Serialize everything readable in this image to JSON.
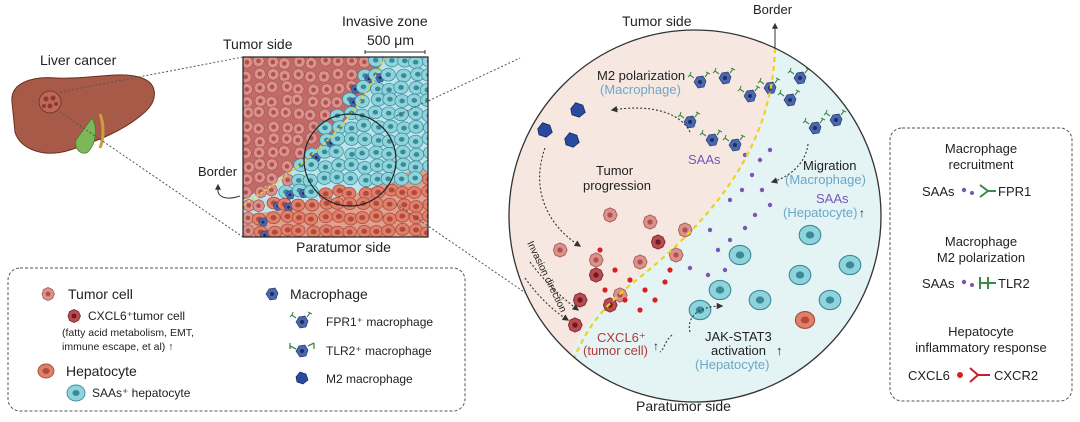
{
  "liver": {
    "title": "Liver cancer"
  },
  "tissue": {
    "invasive_zone": "Invasive zone",
    "scale": "500 μm",
    "tumor_side": "Tumor side",
    "paratumor_side": "Paratumor side",
    "border": "Border"
  },
  "legend": {
    "tumor_cell": "Tumor cell",
    "cxcl6_cell": "CXCL6⁺tumor cell",
    "cxcl6_note_1": "(fatty acid metabolism, EMT,",
    "cxcl6_note_2": "immune escape, et al) ↑",
    "hepatocyte": "Hepatocyte",
    "saas_hepatocyte": "SAAs⁺ hepatocyte",
    "macrophage": "Macrophage",
    "fpr1_macrophage": "FPR1⁺ macrophage",
    "tlr2_macrophage": "TLR2⁺ macrophage",
    "m2_macrophage": "M2 macrophage"
  },
  "circle": {
    "tumor_side": "Tumor side",
    "paratumor_side": "Paratumor side",
    "border": "Border",
    "m2_polarization": "M2 polarization",
    "m2_macrophage": "(Macrophage)",
    "tumor_progression_1": "Tumor",
    "tumor_progression_2": "progression",
    "saas": "SAAs",
    "migration": "Migration",
    "migration_macrophage": "(Macrophage)",
    "saas_hep": "SAAs",
    "saas_hep_sub": "(Hepatocyte)",
    "invasion_1": "Invasion direction",
    "cxcl6": "CXCL6⁺",
    "cxcl6_sub": "(tumor cell)",
    "jak_1": "JAK-STAT3",
    "jak_2": "activation",
    "jak_sub": "(Hepatocyte)",
    "up": "↑"
  },
  "right_panel": {
    "recruit_1": "Macrophage",
    "recruit_2": "recruitment",
    "saas_1": "SAAs",
    "fpr1": "FPR1",
    "m2_1": "Macrophage",
    "m2_2": "M2 polarization",
    "saas_2": "SAAs",
    "tlr2": "TLR2",
    "hep_1": "Hepatocyte",
    "hep_2": "inflammatory response",
    "cxcl6": "CXCL6",
    "cxcr2": "CXCR2"
  },
  "colors": {
    "tumor_fill": "#d9928c",
    "tumor_dark": "#a8373d",
    "hepatocyte_fill": "#e0806a",
    "saas_fill": "#8fd3dc",
    "macrophage": "#4a68b0",
    "m2": "#2a4aa0",
    "saa_dot": "#7a55b5",
    "cxcl6_dot": "#d82020",
    "border_line": "#f0d020",
    "blue_text": "#6aa8c8",
    "purple_text": "#7a55b5",
    "red_text": "#b03a3a"
  }
}
